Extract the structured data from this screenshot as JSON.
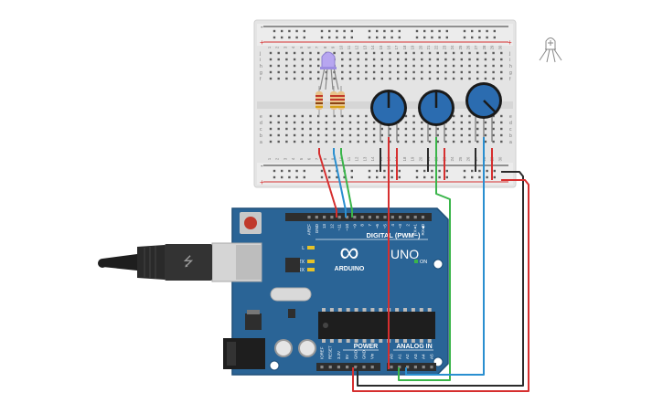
{
  "arduino": {
    "brand": "ARDUINO",
    "model": "UNO",
    "logo_symbol": "∞",
    "digital_label": "DIGITAL (PWM~)",
    "power_label": "POWER",
    "analog_label": "ANALOG IN",
    "on_label": "ON",
    "led_labels": [
      "L",
      "TX",
      "RX"
    ],
    "digital_pins": [
      "AREF",
      "GND",
      "13",
      "12",
      "~11",
      "~10",
      "~9",
      "8",
      "7",
      "~6",
      "~5",
      "4",
      "~3",
      "2",
      "TX➜1",
      "RX◀0"
    ],
    "power_pins": [
      "IOREF",
      "RESET",
      "3.3V",
      "5V",
      "GND",
      "GND",
      "Vin"
    ],
    "analog_pins": [
      "A0",
      "A1",
      "A2",
      "A3",
      "A4",
      "A5"
    ],
    "colors": {
      "board": "#2a6496",
      "header": "#2e2e2e"
    }
  },
  "breadboard": {
    "row_letters_top": [
      "j",
      "i",
      "h",
      "g",
      "f"
    ],
    "row_letters_bottom": [
      "e",
      "d",
      "c",
      "b",
      "a"
    ],
    "column_numbers": [
      "1",
      "2",
      "3",
      "4",
      "5",
      "6",
      "7",
      "8",
      "9",
      "10",
      "11",
      "12",
      "13",
      "14",
      "15",
      "16",
      "17",
      "18",
      "19",
      "20",
      "21",
      "22",
      "23",
      "24",
      "25",
      "26",
      "27",
      "28",
      "29",
      "30"
    ],
    "rail_plus": "+",
    "rail_minus": "-"
  },
  "components": {
    "led_icon": "rgb-led-icon",
    "potentiometer_icon": "potentiometer-icon",
    "resistor_icon": "resistor-icon",
    "usb_icon": "usb-icon"
  },
  "wire_colors": {
    "red": "#d62f2f",
    "blue": "#2a8fd0",
    "green": "#3ab54a",
    "black": "#2b2b2b"
  }
}
